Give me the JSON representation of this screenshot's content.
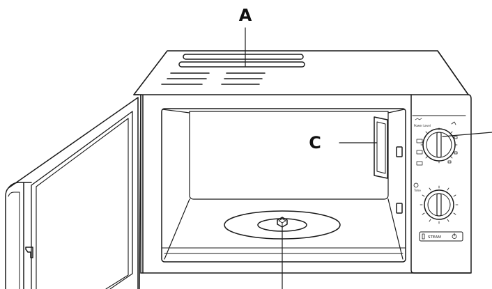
{
  "callouts": {
    "a": "A",
    "c": "C"
  },
  "panel": {
    "power_label": "Power Level",
    "timer_label": "Time",
    "steam_label": "STEAM"
  },
  "colors": {
    "line": "#1a1a1a",
    "background": "#ffffff"
  }
}
